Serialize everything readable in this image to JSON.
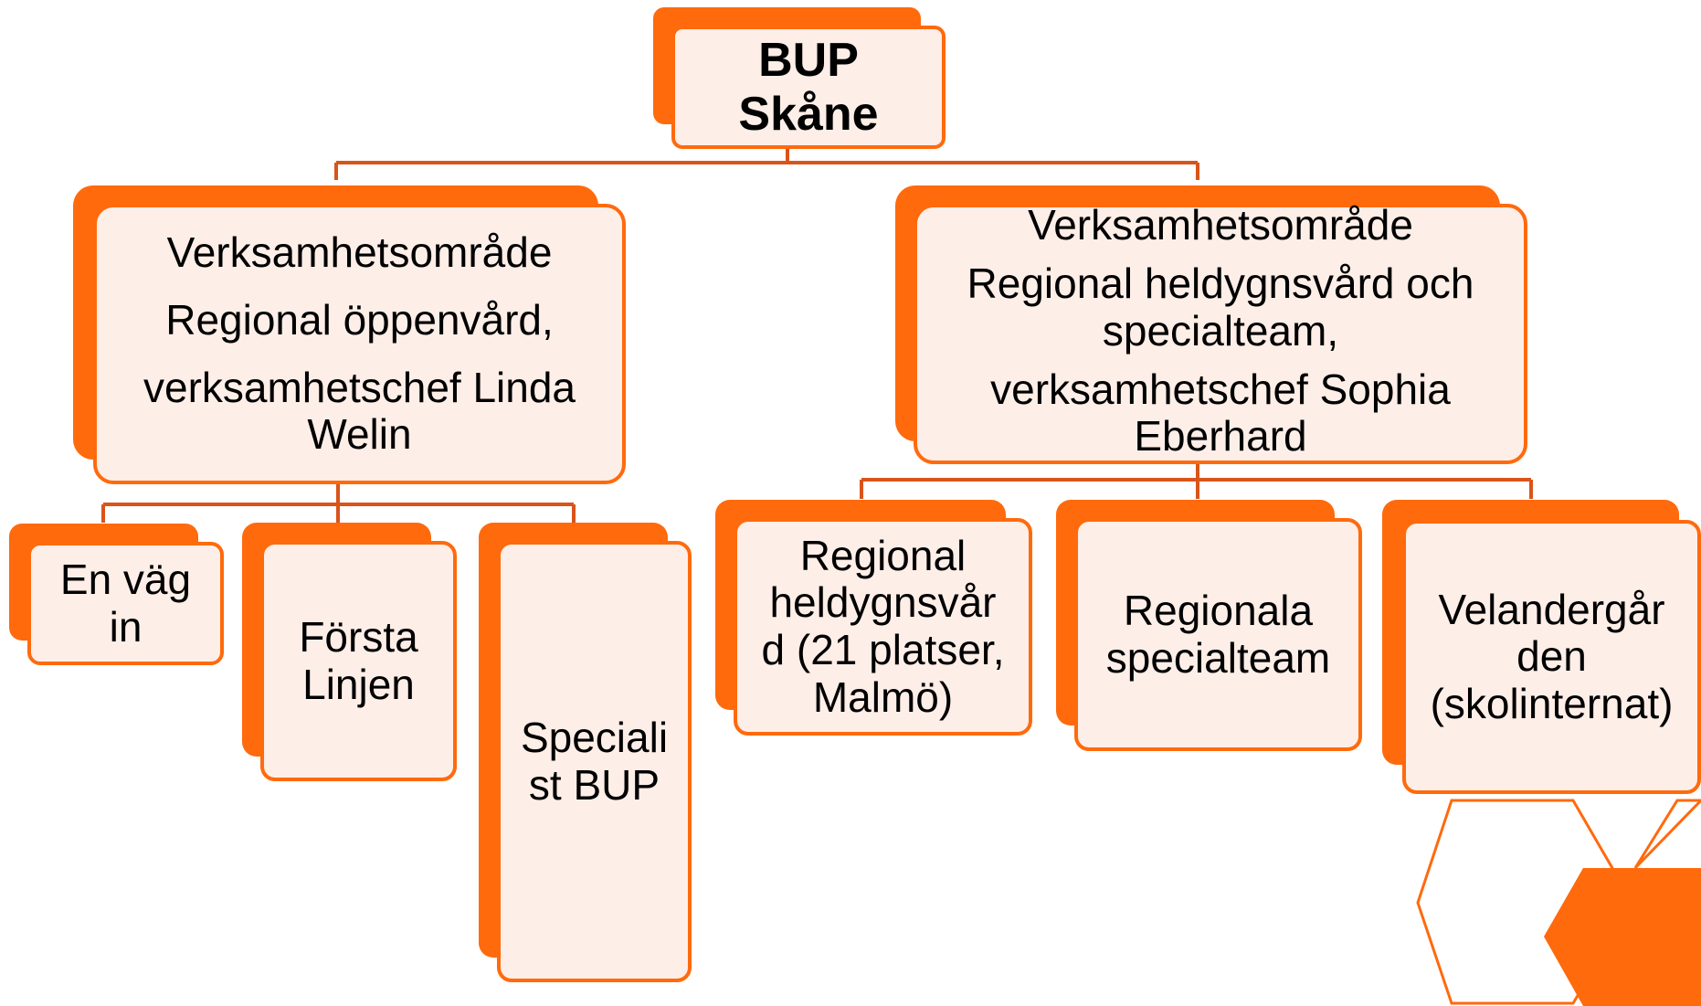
{
  "root": {
    "line1": "BUP",
    "line2": "Skåne"
  },
  "left_area": {
    "line1": "Verksamhetsområde",
    "line2": "Regional öppenvård,",
    "line3": "verksamhetschef Linda",
    "line4": "Welin"
  },
  "right_area": {
    "line1": "Verksamhetsområde",
    "line2": "Regional heldygnsvård och",
    "line3": "specialteam,",
    "line4": "verksamhetschef Sophia",
    "line5": "Eberhard"
  },
  "left_units": [
    {
      "line1": "En väg",
      "line2": "in"
    },
    {
      "line1": "Första",
      "line2": "Linjen"
    },
    {
      "line1": "Speciali",
      "line2": "st BUP"
    }
  ],
  "right_units": [
    {
      "line1": "Regional",
      "line2": "heldygnsvår",
      "line3": "d (21 platser,",
      "line4": "Malmö)"
    },
    {
      "line1": "Regionala",
      "line2": "specialteam"
    },
    {
      "line1": "Velandergår",
      "line2": "den",
      "line3": "(skolinternat)"
    }
  ],
  "colors": {
    "accent": "#ff6a0d",
    "connector": "#d9541a",
    "box_fill": "#fdeee8"
  }
}
